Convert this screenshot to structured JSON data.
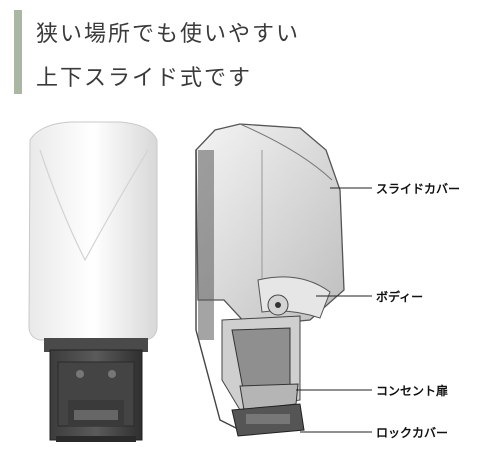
{
  "headline": {
    "line1": "狭い場所でも使いやすい",
    "line2": "上下スライド式です"
  },
  "callouts": {
    "slide_cover": "スライドカバー",
    "body": "ボディー",
    "outlet_door": "コンセント扉",
    "lock_cover": "ロックカバー"
  },
  "colors": {
    "accent_bar": "#a9b7a3",
    "text": "#3a3a3a"
  }
}
